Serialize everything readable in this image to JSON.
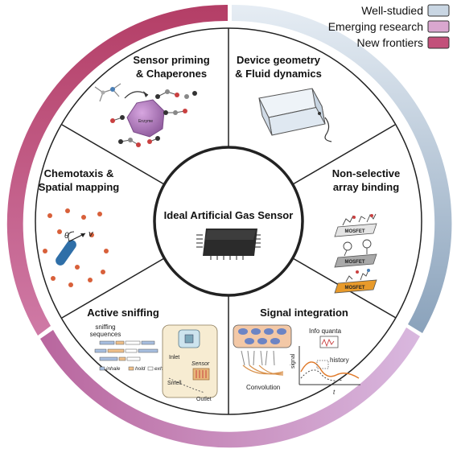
{
  "legend": [
    {
      "label": "Well-studied",
      "color": "#c9d6e3"
    },
    {
      "label": "Emerging research",
      "color": "#d9a7cf"
    },
    {
      "label": "New frontiers",
      "color": "#c2507a"
    }
  ],
  "center": {
    "title": "Ideal Artificial Gas Sensor"
  },
  "sectors": {
    "priming": {
      "line1": "Sensor priming",
      "line2": "& Chaperones",
      "odorant_label": "Enzyme"
    },
    "geometry": {
      "line1": "Device geometry",
      "line2": "& Fluid dynamics"
    },
    "array": {
      "line1": "Non-selective",
      "line2": "array binding",
      "chip_label": "MOSFET"
    },
    "signal": {
      "title": "Signal integration",
      "info_quanta": "Info quanta",
      "history": "history",
      "signal_axis": "signal",
      "time_axis": "t",
      "convolution": "Convolution"
    },
    "sniffing": {
      "title": "Active sniffing",
      "seq_line1": "sniffing",
      "seq_line2": "sequences",
      "inhale": "inhale",
      "hold": "hold",
      "exhale": "exhale",
      "inlet": "Inlet",
      "sensor": "Sensor",
      "smell": "Smell",
      "outlet": "Outlet"
    },
    "chemotaxis": {
      "line1": "Chemotaxis &",
      "line2": "Spatial mapping",
      "v_label": "v",
      "theta_label": "θ"
    }
  },
  "colors": {
    "well_studied": "#c9d6e3",
    "emerging": "#d9a7cf",
    "new_frontiers": "#c2507a",
    "ink": "#111111"
  }
}
